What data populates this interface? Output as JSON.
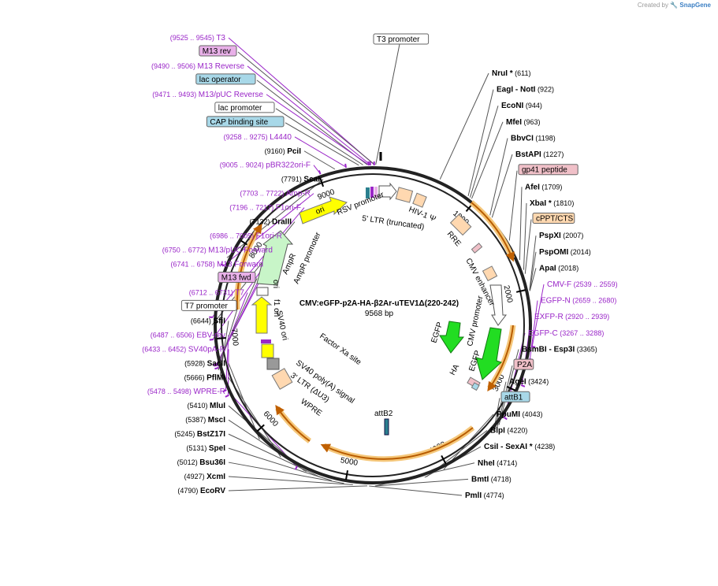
{
  "credit": {
    "prefix": "Created by",
    "brand": "SnapGene"
  },
  "plasmid": {
    "name": "CMV:eGFP-p2A-HA-β2Ar-uTEV1Δ(220-242)",
    "length_label": "9568 bp",
    "length": 9568
  },
  "colors": {
    "enzyme": "#000000",
    "primer": "#9a26c8",
    "feature_orange": "#f0a030",
    "feature_green": "#33dd33",
    "feature_yellow": "#ffff00",
    "feature_pink": "#f0c0c8",
    "feature_blue": "#a8d8e8",
    "feature_peach": "#ffd8b0",
    "ring": "#222222"
  },
  "ticks": [
    {
      "label": "1000",
      "pos": 1000
    },
    {
      "label": "2000",
      "pos": 2000
    },
    {
      "label": "3000",
      "pos": 3000
    },
    {
      "label": "4000",
      "pos": 4000
    },
    {
      "label": "5000",
      "pos": 5000
    },
    {
      "label": "6000",
      "pos": 6000
    },
    {
      "label": "7000",
      "pos": 7000
    },
    {
      "label": "8000",
      "pos": 8000
    },
    {
      "label": "9000",
      "pos": 9000
    }
  ],
  "right_labels": [
    {
      "name": "NruI *",
      "pos": "(611)",
      "kind": "enzyme",
      "bp": 611
    },
    {
      "name": "EagI",
      "name2": "NotI",
      "pos": "(922)",
      "kind": "enzyme",
      "bp": 922
    },
    {
      "name": "EcoNI",
      "pos": "(944)",
      "kind": "enzyme",
      "bp": 944
    },
    {
      "name": "MfeI",
      "pos": "(963)",
      "kind": "enzyme",
      "bp": 963
    },
    {
      "name": "BbvCI",
      "pos": "(1198)",
      "kind": "enzyme",
      "bp": 1198
    },
    {
      "name": "BstAPI",
      "pos": "(1227)",
      "kind": "enzyme",
      "bp": 1227
    },
    {
      "name": "gp41 peptide",
      "kind": "box",
      "color": "#f0c0c8",
      "bp": 1500
    },
    {
      "name": "AfeI",
      "pos": "(1709)",
      "kind": "enzyme",
      "bp": 1709
    },
    {
      "name": "XbaI *",
      "pos": "(1810)",
      "kind": "enzyme",
      "bp": 1810
    },
    {
      "name": "cPPT/CTS",
      "kind": "box",
      "color": "#ffd8b0",
      "bp": 1850
    },
    {
      "name": "PspXI",
      "pos": "(2007)",
      "kind": "enzyme",
      "bp": 2007
    },
    {
      "name": "PspOMI",
      "pos": "(2014)",
      "kind": "enzyme",
      "bp": 2014
    },
    {
      "name": "ApaI",
      "pos": "(2018)",
      "kind": "enzyme",
      "bp": 2018
    },
    {
      "name": "CMV-F",
      "pos": "(2539 .. 2559)",
      "kind": "primer",
      "bp": 2549
    },
    {
      "name": "EGFP-N",
      "pos": "(2659 .. 2680)",
      "kind": "primer",
      "bp": 2670
    },
    {
      "name": "EXFP-R",
      "pos": "(2920 .. 2939)",
      "kind": "primer",
      "bp": 2930
    },
    {
      "name": "EGFP-C",
      "pos": "(3267 .. 3288)",
      "kind": "primer",
      "bp": 3278
    },
    {
      "name": "BsmBI",
      "name2": "Esp3I",
      "pos": "(3365)",
      "kind": "enzyme",
      "bp": 3365
    },
    {
      "name": "P2A",
      "kind": "box",
      "color": "#f0c0c8",
      "bp": 3390
    },
    {
      "name": "AgeI",
      "pos": "(3424)",
      "kind": "enzyme",
      "bp": 3424
    },
    {
      "name": "attB1",
      "kind": "box",
      "color": "#a8d8e8",
      "bp": 3440
    },
    {
      "name": "PpuMI",
      "pos": "(4043)",
      "kind": "enzyme",
      "bp": 4043
    },
    {
      "name": "BlpI",
      "pos": "(4220)",
      "kind": "enzyme",
      "bp": 4220
    },
    {
      "name": "CsiI",
      "name2": "SexAI *",
      "pos": "(4238)",
      "kind": "enzyme",
      "bp": 4238
    },
    {
      "name": "NheI",
      "pos": "(4714)",
      "kind": "enzyme",
      "bp": 4714
    },
    {
      "name": "BmtI",
      "pos": "(4718)",
      "kind": "enzyme",
      "bp": 4718
    },
    {
      "name": "PmlI",
      "pos": "(4774)",
      "kind": "enzyme",
      "bp": 4774
    }
  ],
  "left_labels": [
    {
      "name": "T3",
      "pos": "(9525 .. 9545)",
      "kind": "primer",
      "bp": 9535
    },
    {
      "name": "M13 rev",
      "kind": "box",
      "color": "#e8b0e8",
      "bp": 9540
    },
    {
      "name": "M13 Reverse",
      "pos": "(9490 .. 9506)",
      "kind": "primer",
      "bp": 9498
    },
    {
      "name": "lac operator",
      "kind": "box",
      "color": "#a8d8e8",
      "bp": 9470
    },
    {
      "name": "M13/pUC Reverse",
      "pos": "(9471 .. 9493)",
      "kind": "primer",
      "bp": 9482
    },
    {
      "name": "lac promoter",
      "kind": "box",
      "color": "#ffffff",
      "bp": 9430
    },
    {
      "name": "CAP binding site",
      "kind": "box",
      "color": "#a8d8e8",
      "bp": 9390
    },
    {
      "name": "L4440",
      "pos": "(9258 .. 9275)",
      "kind": "primer",
      "bp": 9266
    },
    {
      "name": "PciI",
      "pos": "(9160)",
      "kind": "enzyme",
      "bp": 9160
    },
    {
      "name": "pBR322ori-F",
      "pos": "(9005 .. 9024)",
      "kind": "primer",
      "bp": 9014
    },
    {
      "name": "ScaI",
      "pos": "(7791)",
      "kind": "enzyme",
      "bp": 7791
    },
    {
      "name": "Amp-R",
      "pos": "(7703 .. 7722)",
      "kind": "primer",
      "bp": 7712
    },
    {
      "name": "F1ori-F",
      "pos": "(7196 .. 7217)",
      "kind": "primer",
      "bp": 7206
    },
    {
      "name": "DraIII",
      "pos": "(7132)",
      "kind": "enzyme",
      "bp": 7132
    },
    {
      "name": "F1ori-R",
      "pos": "(6986 .. 7005)",
      "kind": "primer",
      "bp": 6995
    },
    {
      "name": "M13/pUC Forward",
      "pos": "(6750 .. 6772)",
      "kind": "primer",
      "bp": 6761
    },
    {
      "name": "M13 Forward",
      "pos": "(6741 .. 6758)",
      "kind": "primer",
      "bp": 6749
    },
    {
      "name": "M13 fwd",
      "kind": "box",
      "color": "#e8b0e8",
      "bp": 6745
    },
    {
      "name": "T7",
      "pos": "(6712 .. 6731)",
      "kind": "primer",
      "bp": 6721
    },
    {
      "name": "T7 promoter",
      "kind": "box",
      "color": "#ffffff",
      "bp": 6700
    },
    {
      "name": "SfiI",
      "pos": "(6644)",
      "kind": "enzyme",
      "bp": 6644
    },
    {
      "name": "EBV-rev",
      "pos": "(6487 .. 6506)",
      "kind": "primer",
      "bp": 6496
    },
    {
      "name": "SV40pA-R",
      "pos": "(6433 .. 6452)",
      "kind": "primer",
      "bp": 6442
    },
    {
      "name": "SacII",
      "pos": "(5928)",
      "kind": "enzyme",
      "bp": 5928
    },
    {
      "name": "PflMI",
      "pos": "(5666)",
      "kind": "enzyme",
      "bp": 5666
    },
    {
      "name": "WPRE-R",
      "pos": "(5478 .. 5498)",
      "kind": "primer",
      "bp": 5488
    },
    {
      "name": "MluI",
      "pos": "(5410)",
      "kind": "enzyme",
      "bp": 5410
    },
    {
      "name": "MscI",
      "pos": "(5387)",
      "kind": "enzyme",
      "bp": 5387
    },
    {
      "name": "BstZ17I",
      "pos": "(5245)",
      "kind": "enzyme",
      "bp": 5245
    },
    {
      "name": "SpeI",
      "pos": "(5131)",
      "kind": "enzyme",
      "bp": 5131
    },
    {
      "name": "Bsu36I",
      "pos": "(5012)",
      "kind": "enzyme",
      "bp": 5012
    },
    {
      "name": "XcmI",
      "pos": "(4927)",
      "kind": "enzyme",
      "bp": 4927
    },
    {
      "name": "EcoRV",
      "pos": "(4790)",
      "kind": "enzyme",
      "bp": 4790
    }
  ],
  "top_box": {
    "name": "T3 promoter",
    "bp": 9550
  },
  "inner_features": [
    {
      "name": "RSV promoter",
      "rot": -22
    },
    {
      "name": "5' LTR (truncated)",
      "rot": -22
    },
    {
      "name": "HIV-1 Ψ",
      "rot": 22
    },
    {
      "name": "RRE",
      "rot": 50
    },
    {
      "name": "CMV enhancer",
      "rot": 62
    },
    {
      "name": "CMV promoter",
      "rot": -78
    },
    {
      "name": "EGFP",
      "rot": -72
    },
    {
      "name": "EGFP",
      "rot": -72
    },
    {
      "name": "HA",
      "rot": -62
    },
    {
      "name": "attB2",
      "rot": 0
    },
    {
      "name": "Factor Xa site",
      "rot": 35
    },
    {
      "name": "SV40 poly(A) signal",
      "rot": 35
    },
    {
      "name": "3' LTR (ΔU3)",
      "rot": 35
    },
    {
      "name": "WPRE",
      "rot": 35
    },
    {
      "name": "SV40 ori",
      "rot": 78
    },
    {
      "name": "f1 ori",
      "rot": 90
    },
    {
      "name": "ori",
      "rot": 90
    },
    {
      "name": "AmpR",
      "rot": -66
    },
    {
      "name": "AmpR promoter",
      "rot": -66
    },
    {
      "name": "ori",
      "rot": -22
    }
  ]
}
